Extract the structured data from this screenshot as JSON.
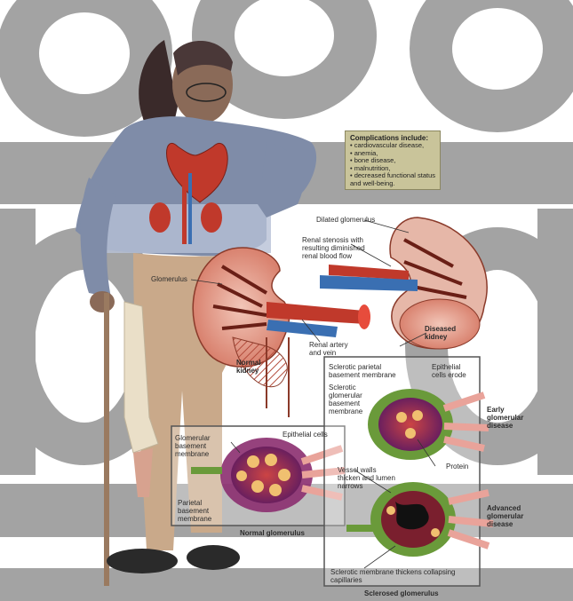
{
  "complications": {
    "title": "Complications include:",
    "items": [
      "• cardiovascular disease,",
      "• anemia,",
      "• bone disease,",
      "• malnutrition,",
      "• decreased functional status",
      "  and well-being."
    ]
  },
  "labels": {
    "dilated_glomerulus": "Dilated glomerulus",
    "renal_stenosis": "Renal stenosis with resulting diminished renal blood flow",
    "glomerulus": "Glomerulus",
    "renal_artery": "Renal artery and vein",
    "normal_kidney": "Normal kidney",
    "diseased_kidney": "Diseased kidney",
    "sclerotic_parietal": "Sclerotic parietal basement membrane",
    "epithelial_erode": "Epithelial cells erode",
    "sclerotic_glomerular": "Sclerotic glomerular basement membrane",
    "early_disease": "Early glomerular disease",
    "glomerular_bm": "Glomerular basement membrane",
    "epithelial_cells": "Epithelial cells",
    "protein": "Protein",
    "vessel_walls": "Vessel walls thicken and lumen narrows",
    "parietal_bm": "Parietal basement membrane",
    "advanced_disease": "Advanced glomerular disease",
    "normal_glomerulus": "Normal glomerulus",
    "sclerotic_membrane": "Sclerotic membrane thickens collapsing capillaries",
    "sclerosed_glomerulus": "Sclerosed glomerulus"
  },
  "colors": {
    "watermark": "#a3a3a3",
    "jacket": "#7f8ca8",
    "pants": "#c9a98a",
    "kidney_red": "#c0392b",
    "kidney_pink": "#e9a39a",
    "glomerulus_purple": "#8b2d6f",
    "glomerulus_green": "#6a9a3a",
    "complications_bg": "#c9c49a"
  }
}
